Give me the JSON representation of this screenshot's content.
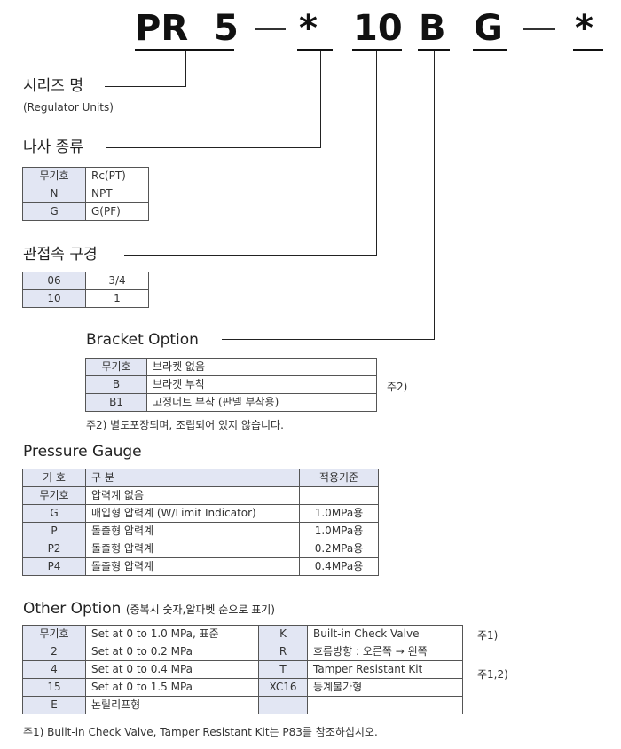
{
  "code": {
    "parts": [
      "PR",
      "5",
      "—",
      "*",
      "10",
      "B",
      "G",
      "—",
      "*"
    ]
  },
  "series": {
    "title": "시리즈 명",
    "subtitle": "(Regulator Units)"
  },
  "thread": {
    "title": "나사 종류",
    "rows": [
      [
        "무기호",
        "Rc(PT)"
      ],
      [
        "N",
        "NPT"
      ],
      [
        "G",
        "G(PF)"
      ]
    ]
  },
  "port": {
    "title": "관접속 구경",
    "rows": [
      [
        "06",
        "3/4"
      ],
      [
        "10",
        "1"
      ]
    ]
  },
  "bracket": {
    "title": "Bracket Option",
    "rows": [
      [
        "무기호",
        "브라켓 없음"
      ],
      [
        "B",
        "브라켓 부착"
      ],
      [
        "B1",
        "고정너트 부착 (판넬 부착용)"
      ]
    ],
    "side_note": "주2)",
    "footnote": "주2) 별도포장되며, 조립되어 있지 않습니다."
  },
  "gauge": {
    "title": "Pressure Gauge",
    "header": [
      "기 호",
      "구 분",
      "적용기준"
    ],
    "rows": [
      [
        "무기호",
        "압력계 없음",
        ""
      ],
      [
        "G",
        "매입형 압력계 (W/Limit Indicator)",
        "1.0MPa용"
      ],
      [
        "P",
        "돌출형 압력계",
        "1.0MPa용"
      ],
      [
        "P2",
        "돌출형 압력계",
        "0.2MPa용"
      ],
      [
        "P4",
        "돌출형 압력계",
        "0.4MPa용"
      ]
    ]
  },
  "other": {
    "title": "Other Option",
    "title_note": "(중복시 숫자,알파벳 순으로 표기)",
    "rows": [
      [
        "무기호",
        "Set at 0 to 1.0 MPa, 표준",
        "K",
        "Built-in Check Valve",
        "주1)"
      ],
      [
        "2",
        "Set at 0 to 0.2 MPa",
        "R",
        "흐름방향 : 오른쪽 → 왼쪽",
        ""
      ],
      [
        "4",
        "Set at 0 to 0.4 MPa",
        "T",
        "Tamper Resistant Kit",
        "주1,2)"
      ],
      [
        "15",
        "Set at 0 to 1.5 MPa",
        "XC16",
        "동계불가형",
        ""
      ],
      [
        "E",
        "논릴리프형",
        "",
        "",
        ""
      ]
    ],
    "footnote": "주1) Built-in Check Valve, Tamper Resistant Kit는 P83를 참조하십시오."
  }
}
